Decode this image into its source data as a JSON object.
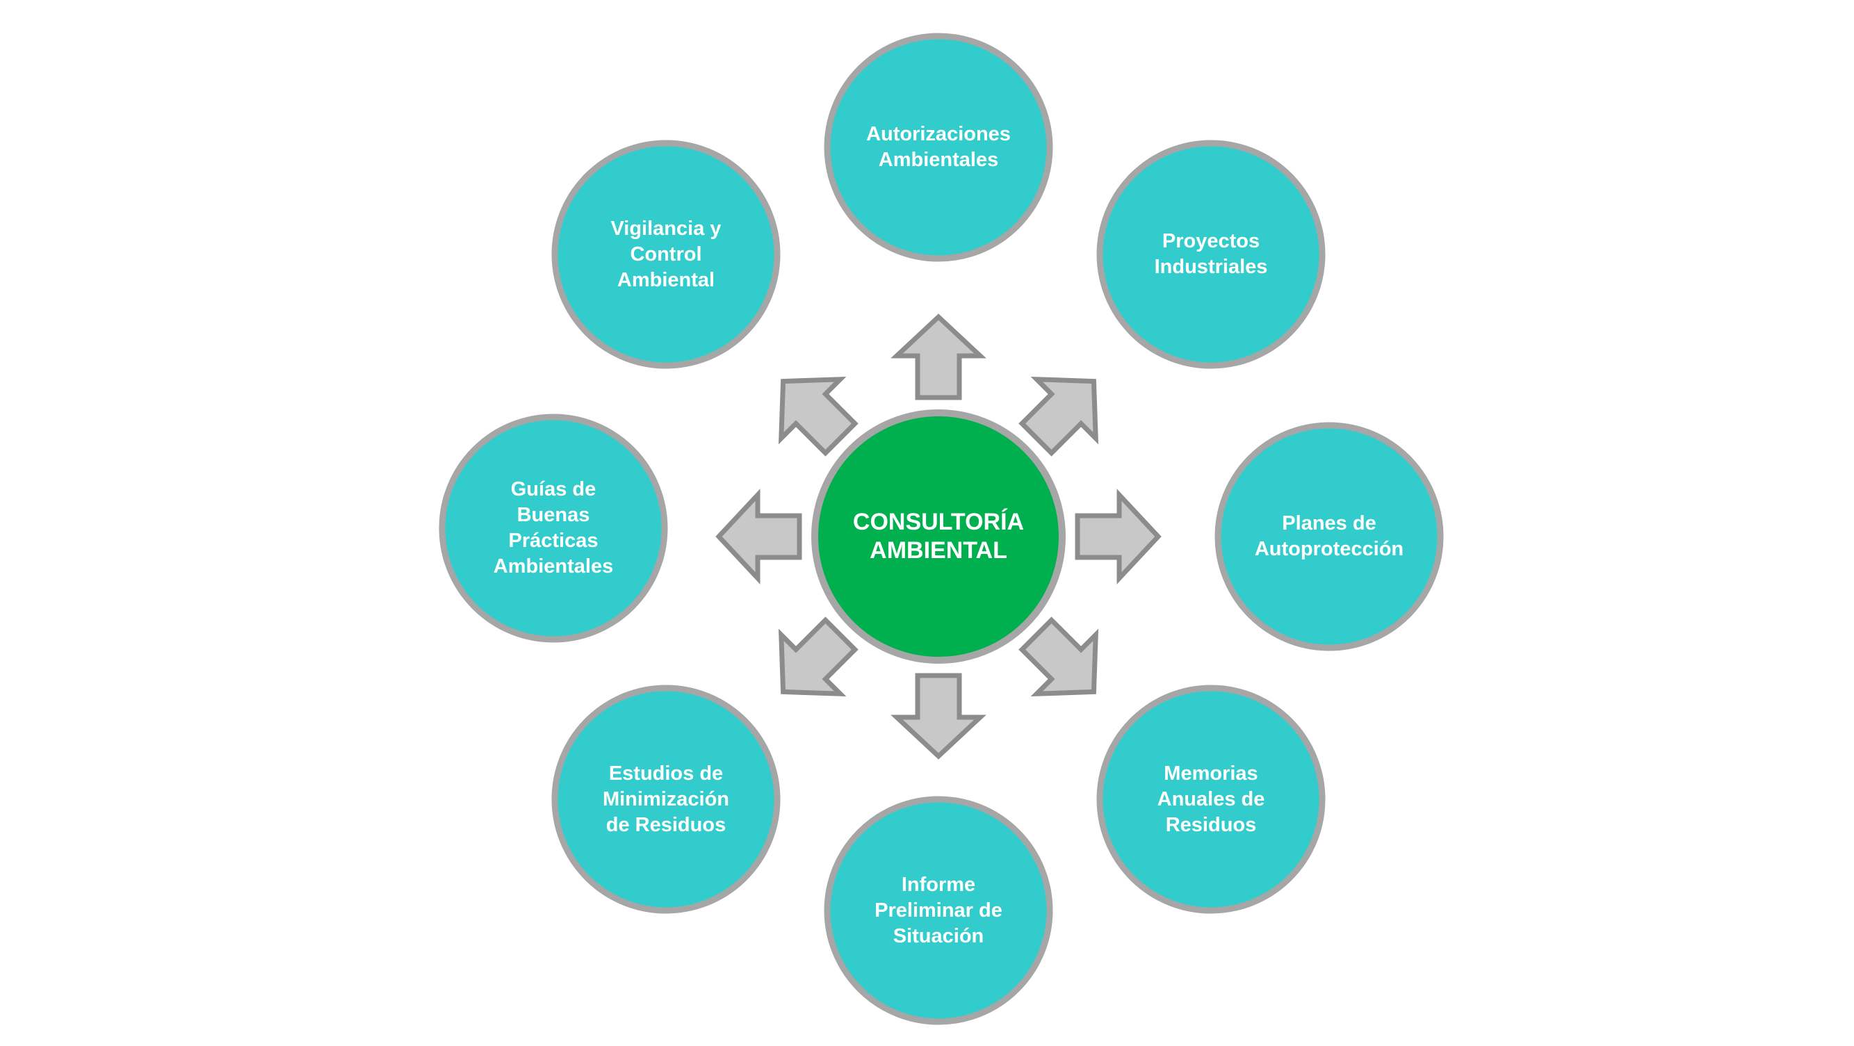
{
  "colors": {
    "center_fill": "#00b04f",
    "node_fill": "#33cccc",
    "node_border": "#a6a6a6",
    "arrow_fill": "#c8c8c8",
    "arrow_stroke": "#8c8c8c",
    "text": "#ffffff"
  },
  "center": {
    "label": "CONSULTORÍA\nAMBIENTAL"
  },
  "nodes": [
    {
      "id": "autorizaciones",
      "label": "Autorizaciones\nAmbientales"
    },
    {
      "id": "proyectos",
      "label": "Proyectos\nIndustriales"
    },
    {
      "id": "planes",
      "label": "Planes de\nAutoprotección"
    },
    {
      "id": "memorias",
      "label": "Memorias\nAnuales de\nResiduos"
    },
    {
      "id": "informe",
      "label": "Informe\nPreliminar de\nSituación"
    },
    {
      "id": "estudios",
      "label": "Estudios de\nMinimización\nde Residuos"
    },
    {
      "id": "guias",
      "label": "Guías de\nBuenas\nPrácticas\nAmbientales"
    },
    {
      "id": "vigilancia",
      "label": "Vigilancia y\nControl\nAmbiental"
    }
  ]
}
